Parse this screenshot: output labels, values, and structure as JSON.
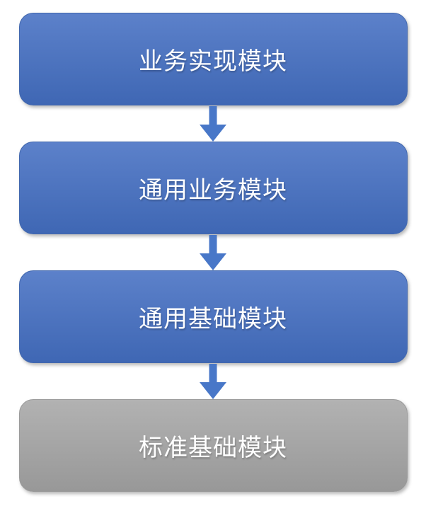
{
  "diagram": {
    "title": "module-stack-flowchart",
    "boxes": [
      {
        "label": "业务实现模块",
        "style": "blue",
        "gradient": {
          "top": "#5c81ca",
          "bottom": "#3f67b4"
        },
        "border": "#4268ae"
      },
      {
        "label": "通用业务模块",
        "style": "blue",
        "gradient": {
          "top": "#5c81ca",
          "bottom": "#3f67b4"
        },
        "border": "#4268ae"
      },
      {
        "label": "通用基础模块",
        "style": "blue",
        "gradient": {
          "top": "#5c81ca",
          "bottom": "#3f67b4"
        },
        "border": "#4268ae"
      },
      {
        "label": "标准基础模块",
        "style": "gray",
        "gradient": {
          "top": "#b2b2b2",
          "bottom": "#989898"
        },
        "border": "#9b9b9b"
      }
    ],
    "arrow": {
      "direction": "down",
      "color": "#4877c8"
    },
    "colors": {
      "background": "#ffffff",
      "text": "#ffffff",
      "accent_blue": "#4472c4",
      "accent_gray": "#a6a6a6"
    }
  }
}
